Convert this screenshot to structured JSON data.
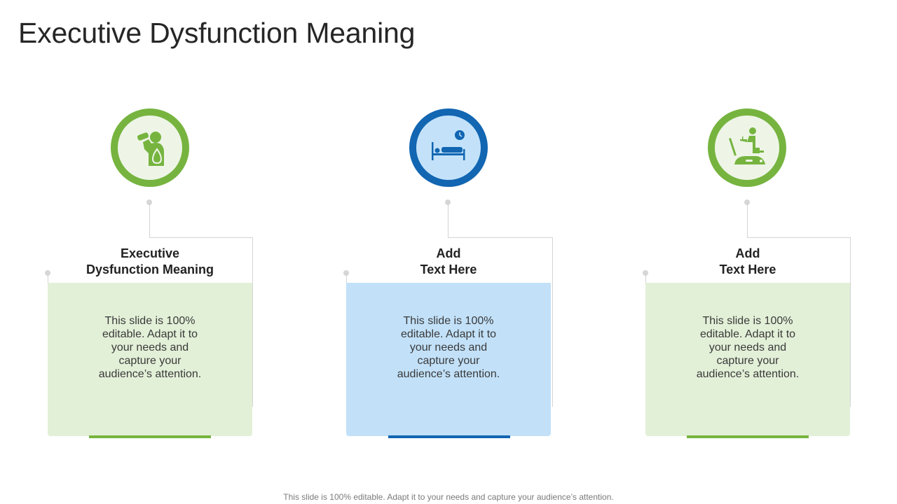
{
  "slide": {
    "title": "Executive Dysfunction Meaning",
    "footer": "This slide is 100% editable. Adapt it to your needs and capture your audience’s attention."
  },
  "columns": [
    {
      "icon": "person-drinking-water-icon",
      "heading_line1": "Executive",
      "heading_line2": "Dysfunction Meaning",
      "body": "This slide is 100% editable. Adapt it to your needs and capture your audience’s attention.",
      "ring_color": "#76B43F",
      "icon_bg": "#EEF5E7",
      "icon_color": "#76B43F",
      "card_color": "#E3F0D8",
      "accent_color": "#76B43F"
    },
    {
      "icon": "bed-sleep-clock-icon",
      "heading_line1": "Add",
      "heading_line2": "Text Here",
      "body": "This slide is 100% editable. Adapt it to your needs and capture your audience’s attention.",
      "ring_color": "#1266B2",
      "icon_bg": "#C3E2FA",
      "icon_color": "#1266B2",
      "card_color": "#C2E1F9",
      "accent_color": "#1266B2"
    },
    {
      "icon": "exercise-bike-icon",
      "heading_line1": "Add",
      "heading_line2": "Text Here",
      "body": "This slide is 100% editable. Adapt it to your needs and capture your audience’s attention.",
      "ring_color": "#76B43F",
      "icon_bg": "#EEF5E7",
      "icon_color": "#76B43F",
      "card_color": "#E3F0D8",
      "accent_color": "#76B43F"
    }
  ]
}
